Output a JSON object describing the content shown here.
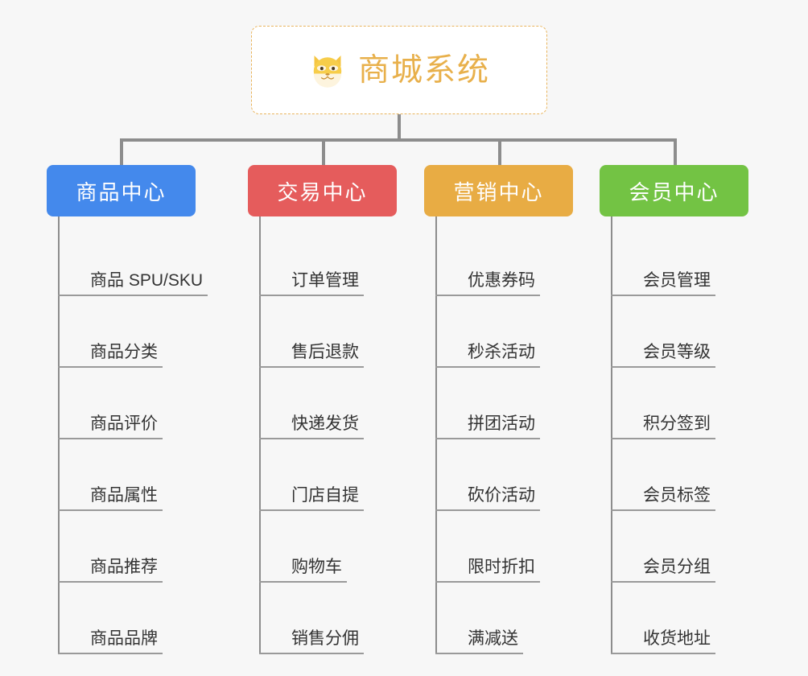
{
  "page": {
    "title": "商城系统",
    "background_color": "#f7f7f7",
    "connector_color": "#8d8d8d",
    "rule_color": "#9a9a9a",
    "leaf_text_color": "#333333"
  },
  "root": {
    "icon": "dog-face-emoji",
    "label": "商城系统",
    "text_color": "#e8b04b",
    "border_color": "#e9b45c",
    "background_color": "#ffffff"
  },
  "columns": [
    {
      "id": "product-center",
      "header": "商品中心",
      "color": "#4489ec",
      "items": [
        "商品 SPU/SKU",
        "商品分类",
        "商品评价",
        "商品属性",
        "商品推荐",
        "商品品牌"
      ]
    },
    {
      "id": "trade-center",
      "header": "交易中心",
      "color": "#e55c5c",
      "items": [
        "订单管理",
        "售后退款",
        "快递发货",
        "门店自提",
        "购物车",
        "销售分佣"
      ]
    },
    {
      "id": "marketing-center",
      "header": "营销中心",
      "color": "#e8ac44",
      "items": [
        "优惠券码",
        "秒杀活动",
        "拼团活动",
        "砍价活动",
        "限时折扣",
        "满减送"
      ]
    },
    {
      "id": "member-center",
      "header": "会员中心",
      "color": "#73c344",
      "items": [
        "会员管理",
        "会员等级",
        "积分签到",
        "会员标签",
        "会员分组",
        "收货地址"
      ]
    }
  ]
}
